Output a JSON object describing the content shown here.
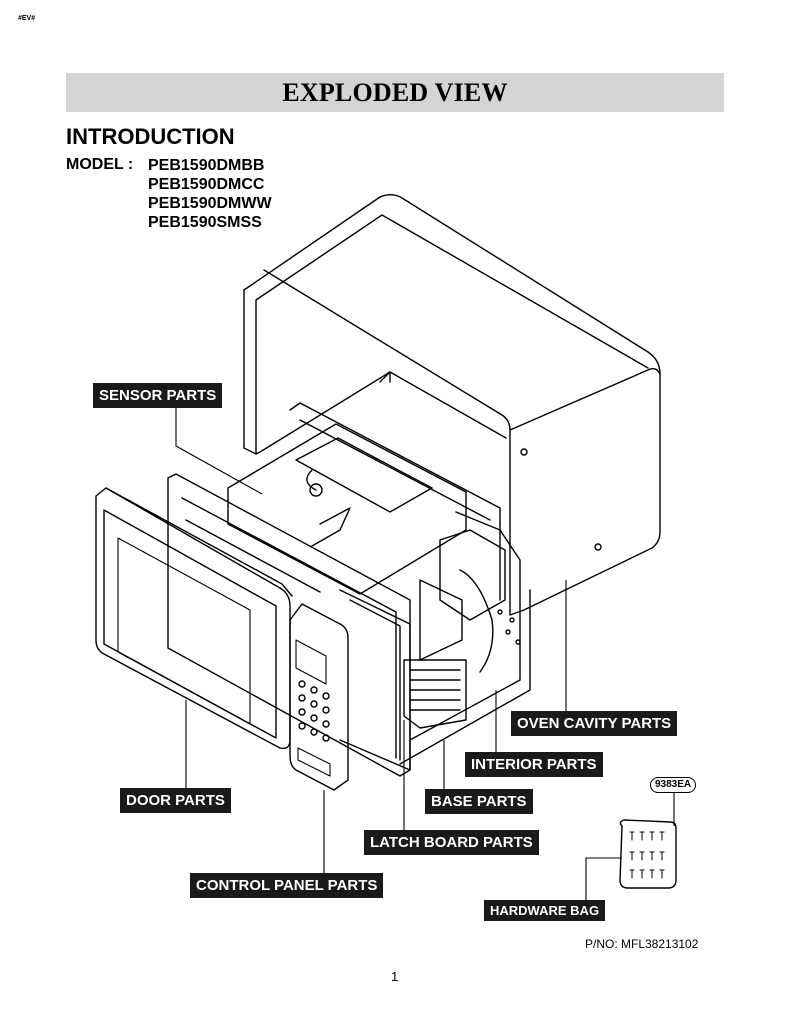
{
  "doc_code": "#EV#",
  "title": "EXPLODED VIEW",
  "section": "INTRODUCTION",
  "model_label": "MODEL :",
  "models": [
    "PEB1590DMBB",
    "PEB1590DMCC",
    "PEB1590DMWW",
    "PEB1590SMSS"
  ],
  "labels": {
    "sensor": "SENSOR PARTS",
    "oven_cavity": "OVEN CAVITY PARTS",
    "interior": "INTERIOR PARTS",
    "door": "DOOR PARTS",
    "base": "BASE PARTS",
    "latch_board": "LATCH BOARD PARTS",
    "control_panel": "CONTROL PANEL PARTS",
    "hardware_bag": "HARDWARE BAG"
  },
  "hardware_code": "9383EA",
  "part_number": "P/NO: MFL38213102",
  "page_number": "1"
}
